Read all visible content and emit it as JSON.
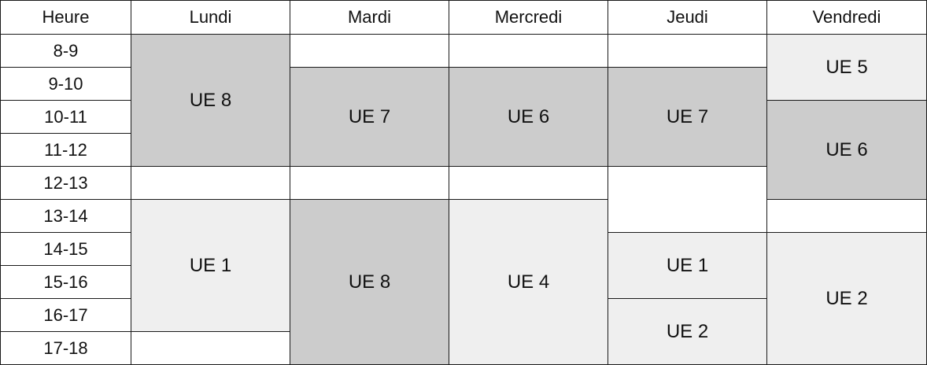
{
  "columns": {
    "heure": "Heure",
    "days": [
      "Lundi",
      "Mardi",
      "Mercredi",
      "Jeudi",
      "Vendredi"
    ]
  },
  "hours": [
    "8-9",
    "9-10",
    "10-11",
    "11-12",
    "12-13",
    "13-14",
    "14-15",
    "15-16",
    "16-17",
    "17-18"
  ],
  "schedule": {
    "lundi": [
      {
        "label": "",
        "from": 0,
        "to": 1,
        "shade": "dark"
      },
      {
        "label": "UE 8",
        "from": 0,
        "to": 4,
        "shade": "dark"
      },
      {
        "label": "",
        "from": 4,
        "to": 5,
        "shade": "white"
      },
      {
        "label": "UE 1",
        "from": 5,
        "to": 9,
        "shade": "light"
      },
      {
        "label": "",
        "from": 9,
        "to": 10,
        "shade": "white"
      }
    ],
    "mardi": [
      {
        "label": "",
        "from": 0,
        "to": 1,
        "shade": "white"
      },
      {
        "label": "UE 7",
        "from": 1,
        "to": 4,
        "shade": "dark"
      },
      {
        "label": "",
        "from": 4,
        "to": 5,
        "shade": "white"
      },
      {
        "label": "UE 8",
        "from": 5,
        "to": 10,
        "shade": "dark"
      }
    ],
    "mercredi": [
      {
        "label": "",
        "from": 0,
        "to": 1,
        "shade": "white"
      },
      {
        "label": "UE 6",
        "from": 1,
        "to": 4,
        "shade": "dark"
      },
      {
        "label": "",
        "from": 4,
        "to": 5,
        "shade": "white"
      },
      {
        "label": "UE 4",
        "from": 5,
        "to": 10,
        "shade": "light"
      }
    ],
    "jeudi": [
      {
        "label": "",
        "from": 0,
        "to": 1,
        "shade": "white"
      },
      {
        "label": "UE 7",
        "from": 1,
        "to": 4,
        "shade": "dark"
      },
      {
        "label": "",
        "from": 4,
        "to": 6,
        "shade": "white"
      },
      {
        "label": "UE 1",
        "from": 6,
        "to": 8,
        "shade": "light"
      },
      {
        "label": "UE 2",
        "from": 8,
        "to": 10,
        "shade": "light"
      }
    ],
    "vendredi": [
      {
        "label": "UE 5",
        "from": 0,
        "to": 2,
        "shade": "light"
      },
      {
        "label": "UE 6",
        "from": 2,
        "to": 5,
        "shade": "dark"
      },
      {
        "label": "",
        "from": 5,
        "to": 6,
        "shade": "white"
      },
      {
        "label": "UE 2",
        "from": 6,
        "to": 10,
        "shade": "light"
      }
    ]
  },
  "colors": {
    "dark": "#cccccc",
    "light": "#efefef",
    "white": "#ffffff",
    "border": "#1a1a1a"
  }
}
